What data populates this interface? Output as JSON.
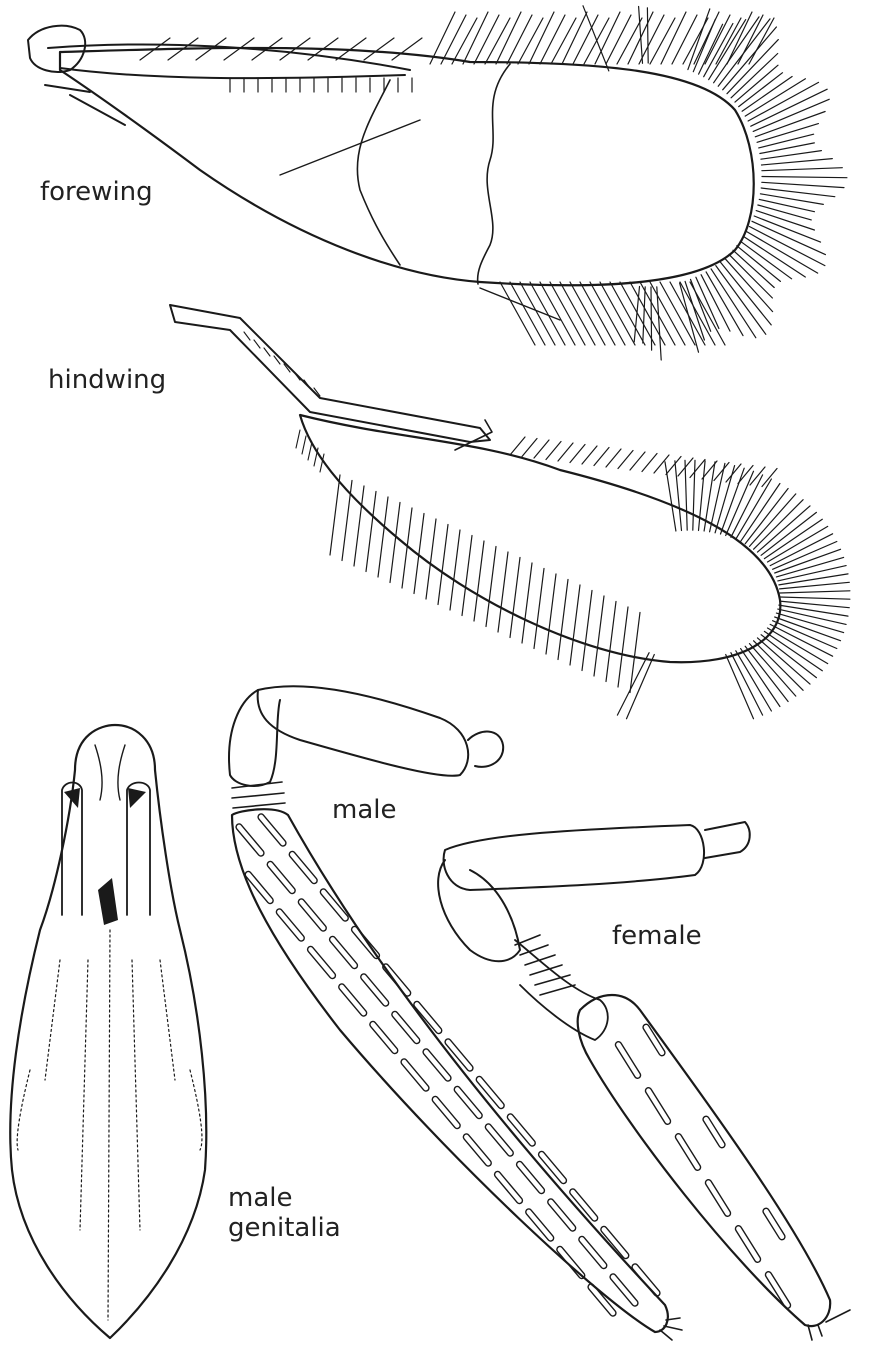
{
  "labels": {
    "forewing": "forewing",
    "hindwing": "hindwing",
    "male": "male",
    "female": "female",
    "male_genitalia_line1": "male",
    "male_genitalia_line2": "genitalia"
  },
  "colors": {
    "ink": "#1a1a1a",
    "background": "#ffffff"
  }
}
